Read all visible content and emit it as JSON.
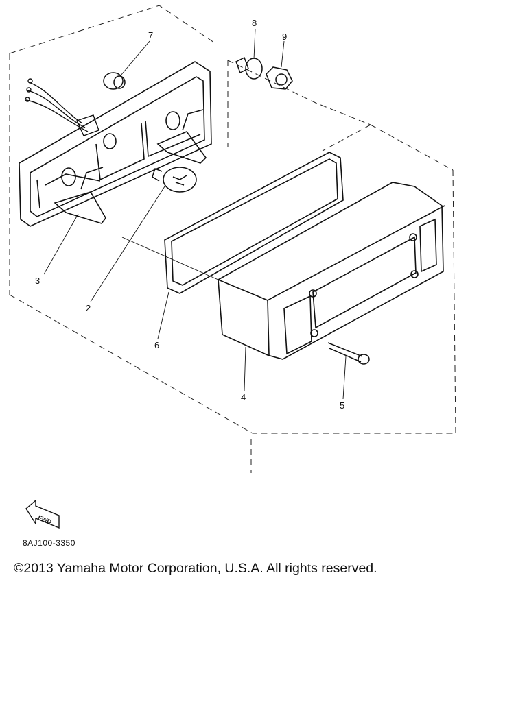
{
  "diagram": {
    "callouts": [
      {
        "id": "7",
        "label": "7"
      },
      {
        "id": "8",
        "label": "8"
      },
      {
        "id": "9",
        "label": "9"
      },
      {
        "id": "3",
        "label": "3"
      },
      {
        "id": "2",
        "label": "2"
      },
      {
        "id": "6",
        "label": "6"
      },
      {
        "id": "4",
        "label": "4"
      },
      {
        "id": "5",
        "label": "5"
      }
    ],
    "fwd_label": "FWD"
  },
  "footer": {
    "drawing_code": "8AJ100-3350",
    "copyright": "©2013 Yamaha Motor Corporation, U.S.A. All rights reserved."
  }
}
